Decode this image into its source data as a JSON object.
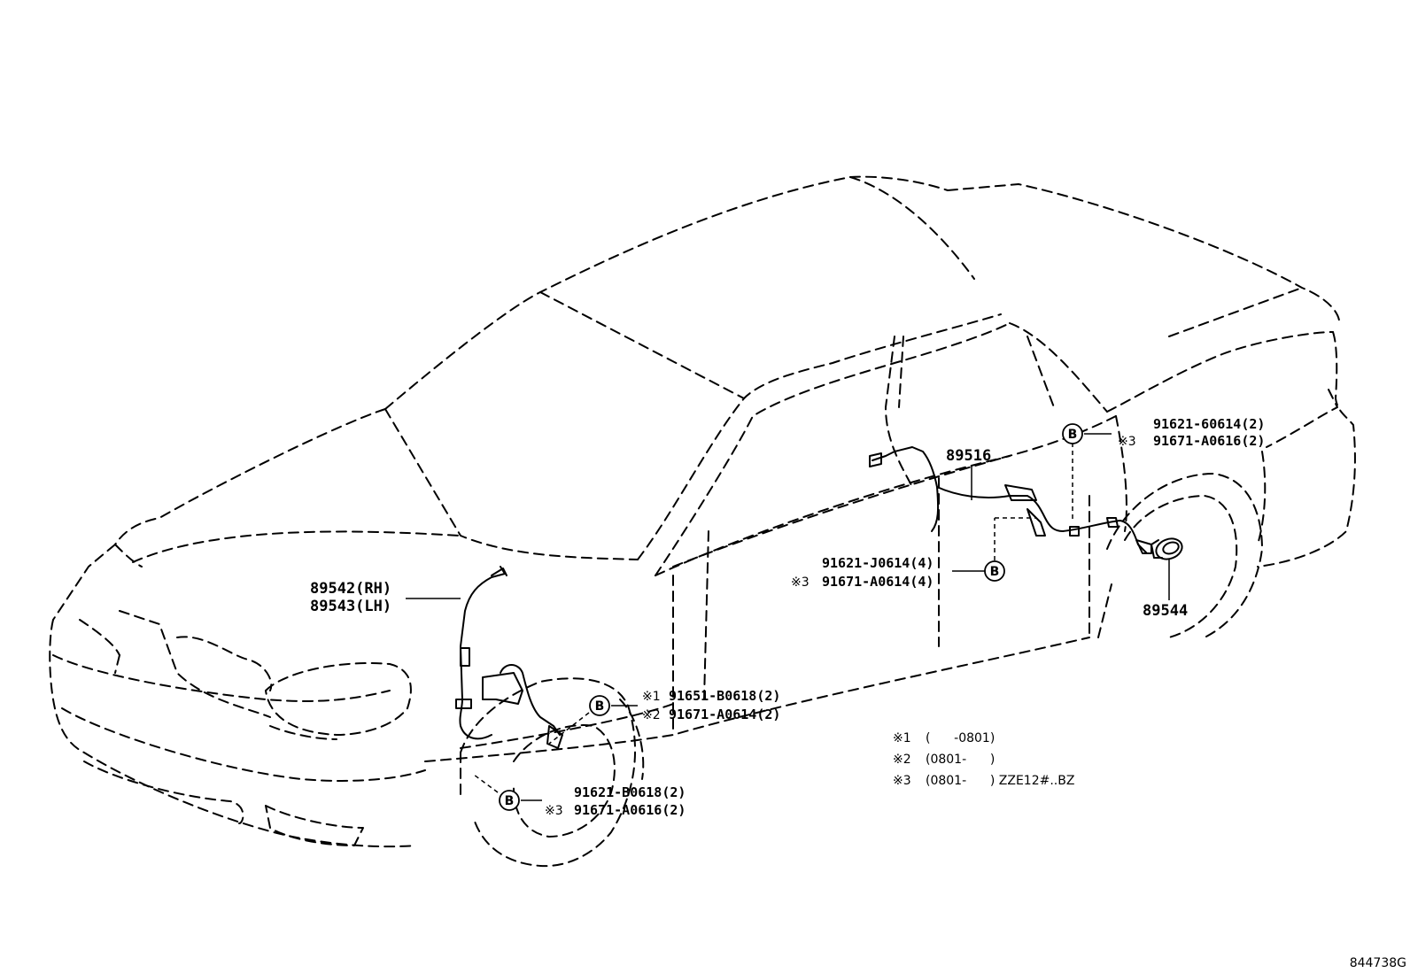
{
  "labels": {
    "p89516": "89516",
    "p89542": "89542(RH)",
    "p89543": "89543(LH)",
    "p89544": "89544",
    "rear_upper_1": "91621-60614(2)",
    "rear_upper_2": "91671-A0616(2)",
    "rear_upper_2_mark": "※3",
    "mid_1": "91621-J0614(4)",
    "mid_2": "91671-A0614(4)",
    "mid_2_mark": "※3",
    "front_upper_1": "91651-B0618(2)",
    "front_upper_1_mark": "※1",
    "front_upper_2": "91671-A0614(2)",
    "front_upper_2_mark": "※2",
    "front_lower_1": "91621-B0618(2)",
    "front_lower_2": "91671-A0616(2)",
    "front_lower_2_mark": "※3"
  },
  "notes": [
    {
      "mark": "※1",
      "text": "(      -0801)"
    },
    {
      "mark": "※2",
      "text": "(0801-      )"
    },
    {
      "mark": "※3",
      "text": "(0801-      ) ZZE12#..BZ"
    }
  ],
  "bolt_symbol": "B",
  "figure_code": "844738G",
  "icons": [
    "bolt-symbol-icon"
  ]
}
